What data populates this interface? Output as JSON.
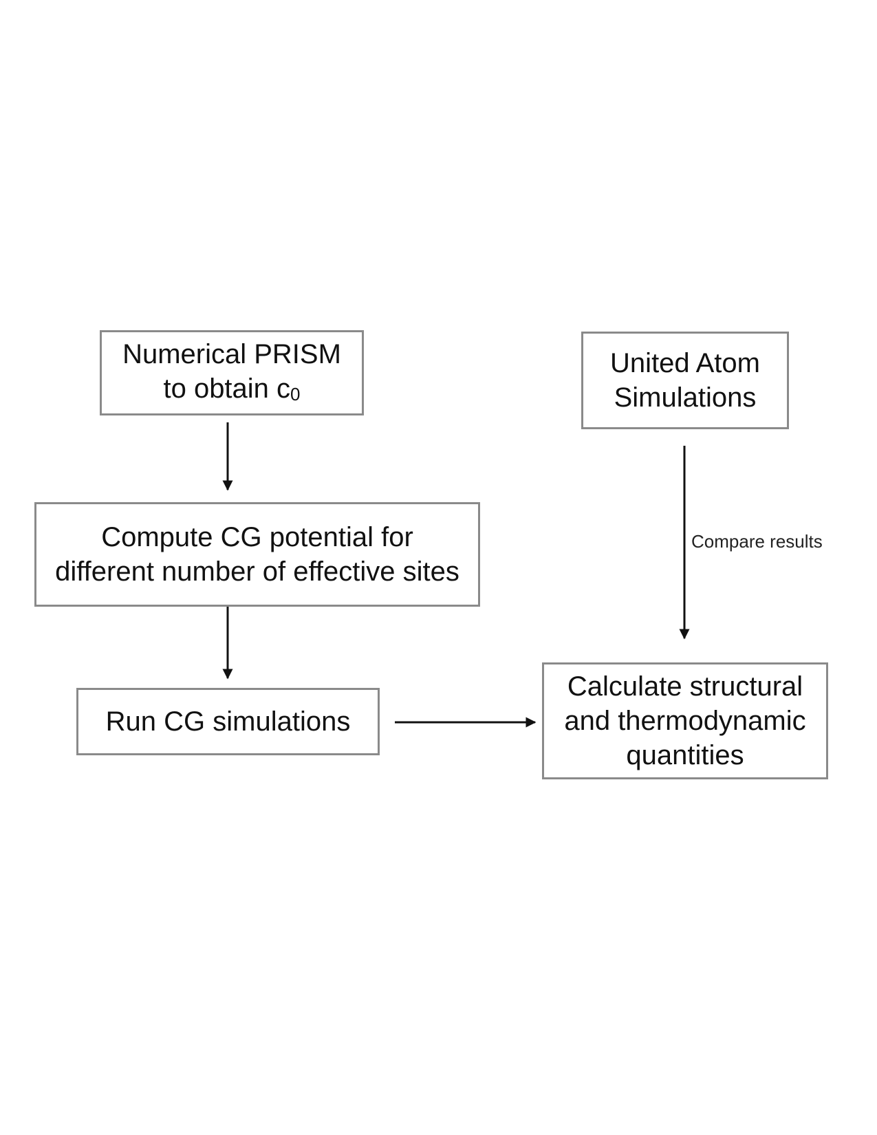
{
  "diagram": {
    "nodes": {
      "prism": {
        "line1": "Numerical PRISM",
        "line2_main": "to obtain c",
        "line2_sub": "0"
      },
      "united": {
        "line1": "United Atom",
        "line2": "Simulations"
      },
      "compute": {
        "line1": "Compute CG potential for",
        "line2": "different number of effective sites"
      },
      "run": {
        "line1": "Run CG simulations"
      },
      "calc": {
        "line1": "Calculate structural",
        "line2": "and thermodynamic",
        "line3": "quantities"
      }
    },
    "edges": [
      {
        "from": "prism",
        "to": "compute",
        "label": ""
      },
      {
        "from": "compute",
        "to": "run",
        "label": ""
      },
      {
        "from": "run",
        "to": "calc",
        "label": ""
      },
      {
        "from": "united",
        "to": "calc",
        "label": "Compare results"
      }
    ],
    "colors": {
      "box_border": "#8a8a8a",
      "arrow": "#111111",
      "text": "#111111",
      "background": "#ffffff"
    }
  }
}
